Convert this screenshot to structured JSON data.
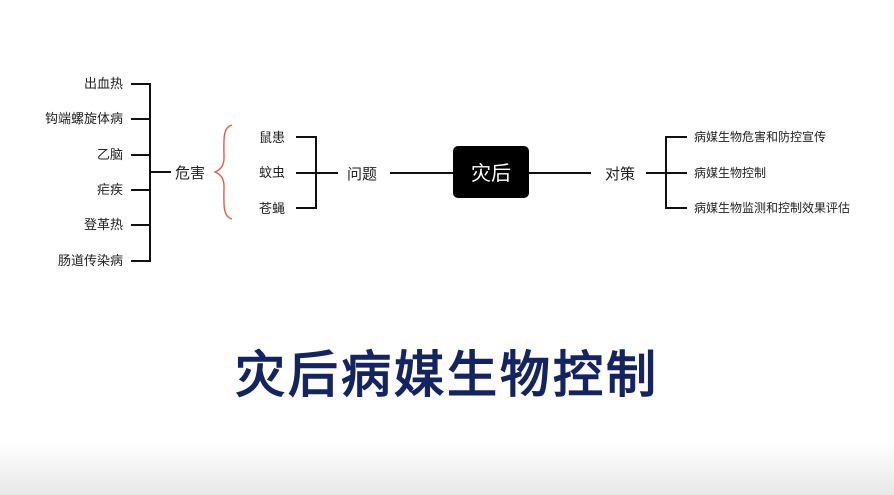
{
  "center_node": "灾后",
  "title": "灾后病媒生物控制",
  "left_branch": {
    "label": "问题",
    "children": [
      "鼠患",
      "蚊虫",
      "苍蝇"
    ]
  },
  "harm_branch": {
    "label": "危害",
    "children": [
      "出血热",
      "钩端螺旋体病",
      "乙脑",
      "疟疾",
      "登革热",
      "肠道传染病"
    ]
  },
  "right_branch": {
    "label": "对策",
    "children": [
      "病媒生物危害和防控宣传",
      "病媒生物控制",
      "病媒生物监测和控制效果评估"
    ]
  },
  "colors": {
    "title": "#142463",
    "center_box": "#000000",
    "brace": "#d9604a"
  }
}
